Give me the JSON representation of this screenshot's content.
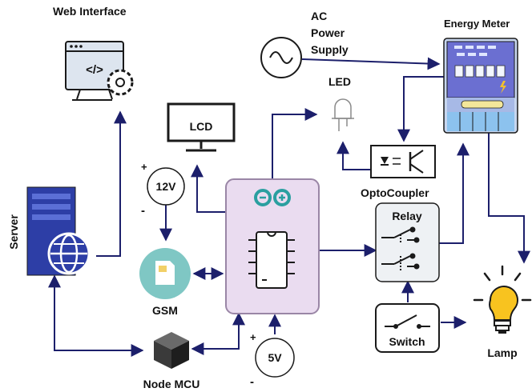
{
  "labels": {
    "web_interface": "Web Interface",
    "ac_line1": "AC",
    "ac_line2": "Power",
    "ac_line3": "Supply",
    "energy_meter": "Energy Meter",
    "led": "LED",
    "lcd": "LCD",
    "v12": "12V",
    "optocoupler": "OptoCoupler",
    "relay": "Relay",
    "server": "Server",
    "gsm": "GSM",
    "switch": "Switch",
    "lamp": "Lamp",
    "node_mcu": "Node MCU",
    "v5": "5V",
    "web_code": "</>",
    "plus": "+",
    "minus": "-"
  },
  "colors": {
    "wire": "#1c1f6b",
    "mcu_fill": "#eadcf0",
    "mcu_stroke": "#9a86a6",
    "meter_fill": "#c7d6ef",
    "meter_top": "#6b6fd1",
    "meter_band": "#f3e79a",
    "meter_bottom": "#8cc2ee",
    "gsm_fill": "#7fc7c4",
    "arduino_teal": "#2a9fa0",
    "relay_fill": "#eef1f4",
    "monitor_fill": "#dde5ef",
    "lamp_bulb": "#f8c31f",
    "cube_dark": "#3a3a3a"
  }
}
